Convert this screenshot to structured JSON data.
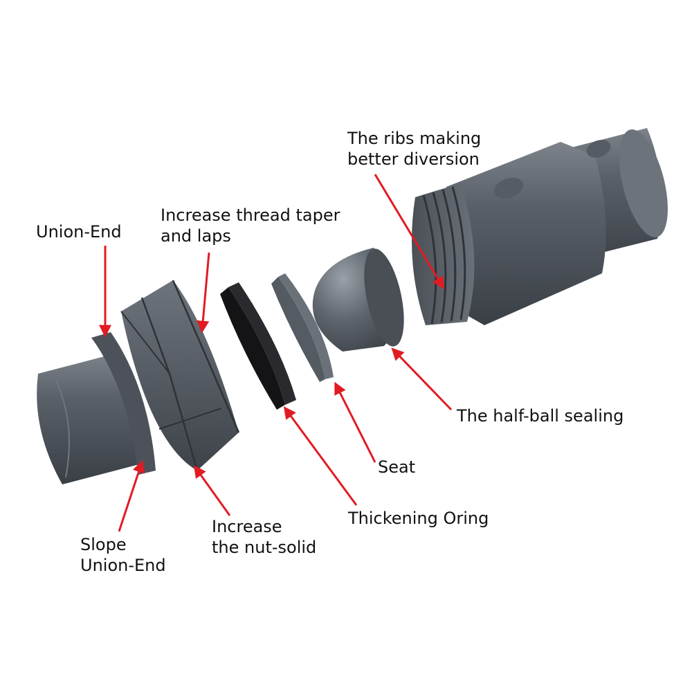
{
  "colors": {
    "pvc_dark": "#3f444b",
    "pvc_mid": "#5e646c",
    "pvc_light": "#8f959c",
    "oring": "#1b1b1d",
    "arrow": "#e11b22",
    "text": "#111111"
  },
  "callouts": [
    {
      "id": "ribs",
      "lines": [
        "The ribs making",
        "better diversion"
      ]
    },
    {
      "id": "thread",
      "lines": [
        "Increase thread taper",
        "and laps"
      ]
    },
    {
      "id": "union",
      "lines": [
        "Union-End"
      ]
    },
    {
      "id": "ball",
      "lines": [
        "The half-ball sealing"
      ]
    },
    {
      "id": "seat",
      "lines": [
        "Seat"
      ]
    },
    {
      "id": "oring",
      "lines": [
        "Thickening Oring"
      ]
    },
    {
      "id": "nut",
      "lines": [
        "Increase",
        "the nut-solid"
      ]
    },
    {
      "id": "slope",
      "lines": [
        "Slope",
        "Union-End"
      ]
    }
  ]
}
